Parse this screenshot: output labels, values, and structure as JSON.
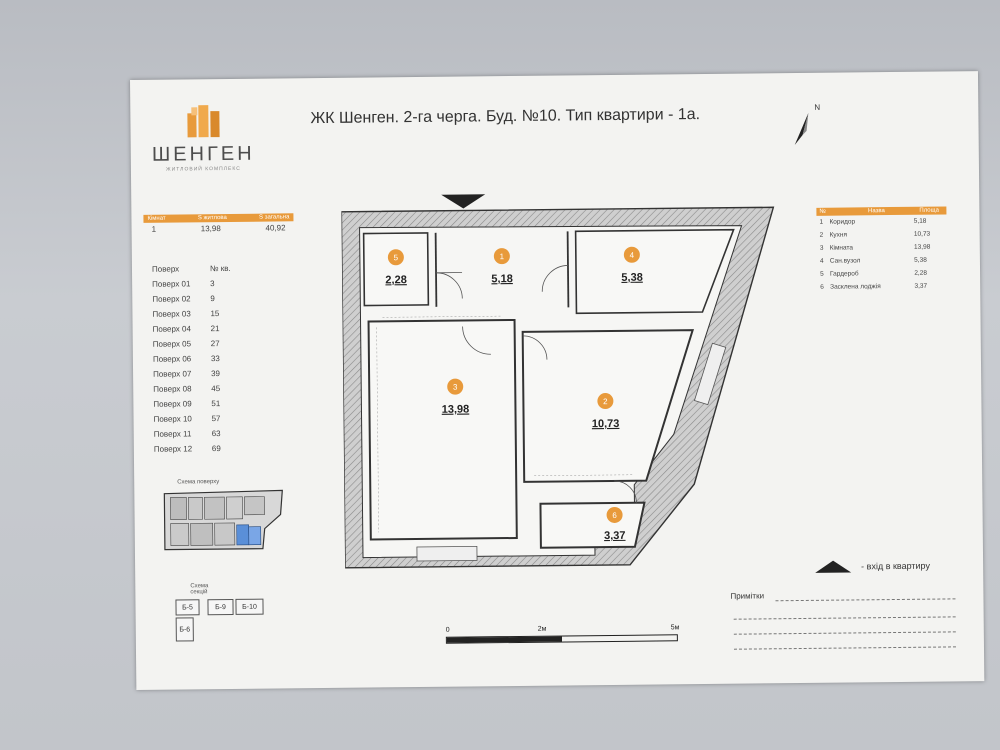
{
  "brand": {
    "name": "ШЕНГЕН",
    "subtitle": "ЖИТЛОВИЙ КОМПЛЕКС",
    "color": "#e89a3b"
  },
  "title": "ЖК Шенген. 2-га черга. Буд. №10. Тип квартири - 1а.",
  "north_label": "N",
  "summary": {
    "headers": [
      "Кімнат",
      "S житлова",
      "S загальна"
    ],
    "row": [
      "1",
      "13,98",
      "40,92"
    ]
  },
  "floors": {
    "headers": [
      "Поверх",
      "№ кв."
    ],
    "rows": [
      [
        "Поверх 01",
        "3"
      ],
      [
        "Поверх 02",
        "9"
      ],
      [
        "Поверх 03",
        "15"
      ],
      [
        "Поверх 04",
        "21"
      ],
      [
        "Поверх 05",
        "27"
      ],
      [
        "Поверх 06",
        "33"
      ],
      [
        "Поверх 07",
        "39"
      ],
      [
        "Поверх 08",
        "45"
      ],
      [
        "Поверх 09",
        "51"
      ],
      [
        "Поверх 10",
        "57"
      ],
      [
        "Поверх 11",
        "63"
      ],
      [
        "Поверх 12",
        "69"
      ]
    ]
  },
  "mini_plan": {
    "label": "Схема поверху"
  },
  "sections": {
    "label": "Схема секцій",
    "boxes": [
      "Б-5",
      "Б-9",
      "Б-10",
      "Б-6"
    ]
  },
  "plan_rooms": [
    {
      "num": "5",
      "area": "2,28"
    },
    {
      "num": "1",
      "area": "5,18"
    },
    {
      "num": "4",
      "area": "5,38"
    },
    {
      "num": "3",
      "area": "13,98"
    },
    {
      "num": "2",
      "area": "10,73"
    },
    {
      "num": "6",
      "area": "3,37"
    }
  ],
  "rooms_table": {
    "headers": [
      "№",
      "Назва",
      "Площа"
    ],
    "rows": [
      [
        "1",
        "Коридор",
        "5,18"
      ],
      [
        "2",
        "Кухня",
        "10,73"
      ],
      [
        "3",
        "Кімната",
        "13,98"
      ],
      [
        "4",
        "Сан.вузол",
        "5,38"
      ],
      [
        "5",
        "Гардероб",
        "2,28"
      ],
      [
        "6",
        "Засклена лоджія",
        "3,37"
      ]
    ]
  },
  "entry_label": "- вхід в квартиру",
  "notes_label": "Примітки",
  "scale": {
    "start": "0",
    "mid": "2м",
    "end": "5м"
  }
}
